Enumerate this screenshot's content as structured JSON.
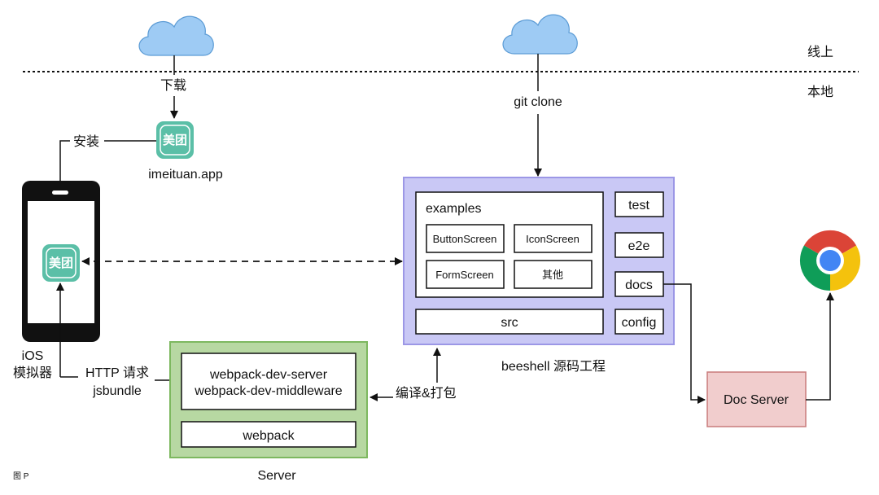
{
  "zones": {
    "online": "线上",
    "local": "本地"
  },
  "left": {
    "download": "下载",
    "app_icon_text": "美团",
    "app_name": "imeituan.app",
    "install": "安装",
    "sim_icon_text": "美团",
    "ios_line1": "iOS",
    "ios_line2": "模拟器",
    "http_line1": "HTTP 请求",
    "http_line2": "jsbundle"
  },
  "server": {
    "dev_server": "webpack-dev-server",
    "dev_middleware": "webpack-dev-middleware",
    "webpack": "webpack",
    "caption": "Server"
  },
  "compile": "编译&打包",
  "project": {
    "git_clone": "git clone",
    "examples": "examples",
    "screens": [
      "ButtonScreen",
      "IconScreen",
      "FormScreen",
      "其他"
    ],
    "side": [
      "test",
      "e2e",
      "docs",
      "config"
    ],
    "src": "src",
    "caption": "beeshell 源码工程"
  },
  "doc_server": "Doc Server",
  "figure_label": "图 P",
  "colors": {
    "cloud": "#9ecbf4",
    "cloud_stroke": "#5b9bd5",
    "project_bg": "#c9c8f5",
    "project_stroke": "#9c97e6",
    "server_bg": "#b7d8a2",
    "server_stroke": "#7db85f",
    "doc_bg": "#f1cdcd",
    "doc_stroke": "#c97b7b",
    "app_green": "#5bbfa7"
  }
}
